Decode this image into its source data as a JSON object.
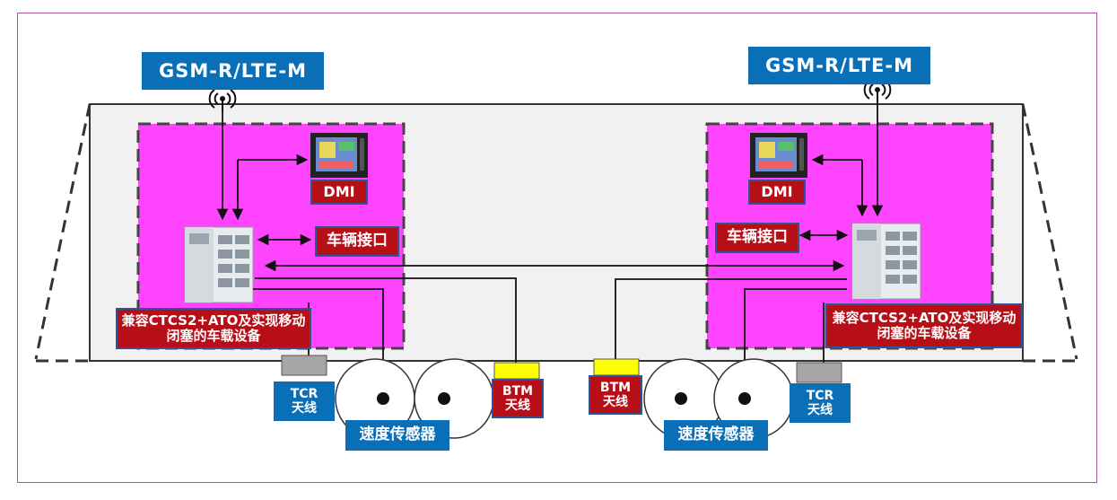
{
  "left": {
    "network": "GSM-R/LTE-M",
    "dmi": "DMI",
    "vehicle_interface": "车辆接口",
    "onboard_equipment": "兼容CTCS2+ATO及实现移动闭塞的车载设备",
    "tcr_antenna": "TCR\n天线",
    "btm_antenna": "BTM\n天线",
    "speed_sensor": "速度传感器"
  },
  "right": {
    "network": "GSM-R/LTE-M",
    "dmi": "DMI",
    "vehicle_interface": "车辆接口",
    "onboard_equipment": "兼容CTCS2+ATO及实现移动闭塞的车载设备",
    "tcr_antenna": "TCR\n天线",
    "btm_antenna": "BTM\n天线",
    "speed_sensor": "速度传感器"
  },
  "colors": {
    "label_blue": "#0b6fb8",
    "label_red": "#b70f18",
    "cab_zone": "#ff44ff",
    "antenna_yellow": "#ffff00",
    "tcr_grey": "#a6a6a6"
  }
}
